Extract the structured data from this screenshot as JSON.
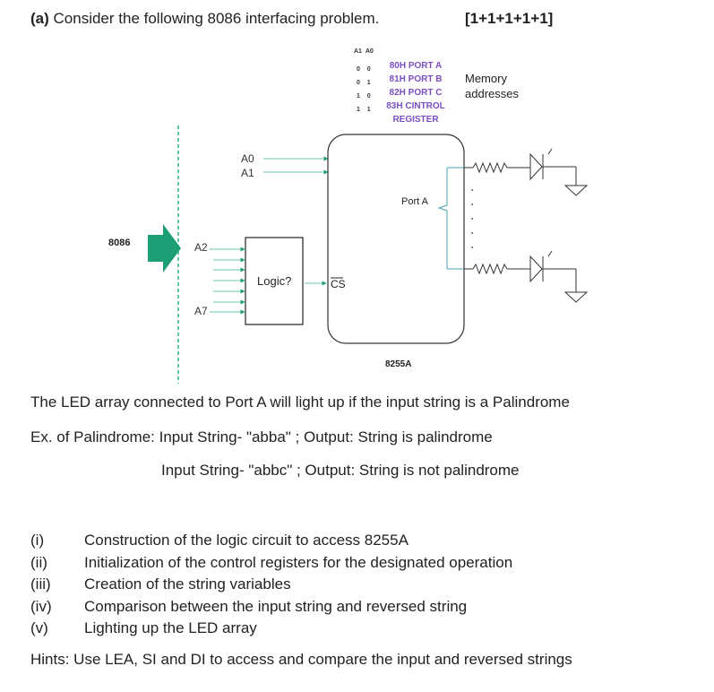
{
  "header": {
    "part_label": "(a)",
    "title": "Consider the following 8086 interfacing problem.",
    "marks": "[1+1+1+1+1]"
  },
  "diagram": {
    "address_table": {
      "headers": [
        "A1",
        "A0"
      ],
      "rows": [
        {
          "a1": "0",
          "a0": "0",
          "port": "80H PORT A"
        },
        {
          "a1": "0",
          "a0": "1",
          "port": "81H PORT B"
        },
        {
          "a1": "1",
          "a0": "0",
          "port": "82H PORT C"
        },
        {
          "a1": "1",
          "a0": "1",
          "port": "83H CINTROL"
        }
      ],
      "port_extra": "REGISTER"
    },
    "memory_label_1": "Memory",
    "memory_label_2": "addresses",
    "cpu_label": "8086",
    "addr_a0": "A0",
    "addr_a1": "A1",
    "addr_a2": "A2",
    "addr_a7": "A7",
    "logic_label": "Logic?",
    "cs_label": "CS",
    "port_a_label": "Port A",
    "chip_label": "8255A"
  },
  "text": {
    "description": "The LED array connected to Port A will light up if the input string is a Palindrome",
    "example_1": "Ex. of Palindrome:  Input String- \"abba\"  ; Output: String is palindrome",
    "example_2": "Input String- \"abbc\"  ; Output: String is not palindrome"
  },
  "tasks": [
    {
      "num": "(i)",
      "text": "Construction of the logic circuit to access 8255A"
    },
    {
      "num": "(ii)",
      "text": "Initialization of the control registers for the designated operation"
    },
    {
      "num": "(iii)",
      "text": "Creation of the string variables"
    },
    {
      "num": "(iv)",
      "text": "Comparison between the input string and reversed string"
    },
    {
      "num": "(v)",
      "text": "Lighting up the LED array"
    }
  ],
  "hints": "Hints: Use LEA, SI and DI to access and compare the input and reversed strings",
  "colors": {
    "arrow_green": "#1e9e74",
    "port_purple": "#7a4fc4",
    "bracket_teal": "#4aa3b0"
  }
}
